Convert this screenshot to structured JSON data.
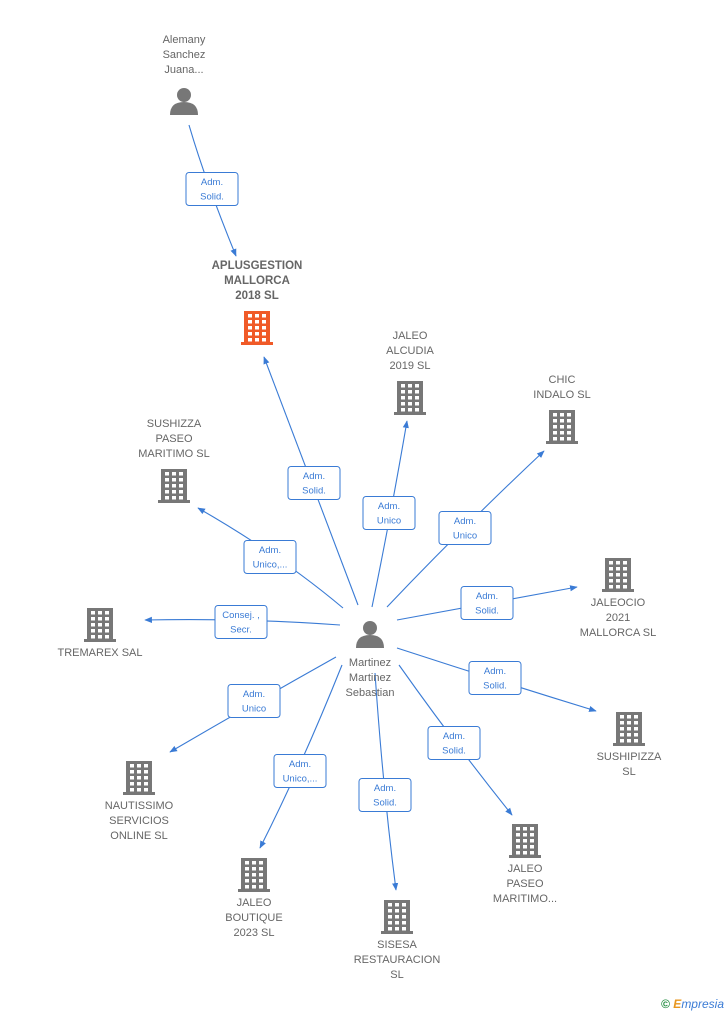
{
  "colors": {
    "edge": "#3a7bd5",
    "company": "#777777",
    "focus_company": "#f05a28",
    "person": "#777777",
    "label": "#666666"
  },
  "footer": {
    "copyright_symbol": "©",
    "brand_e": "E",
    "brand_rest": "mpresia"
  },
  "nodes": [
    {
      "id": "alemany",
      "type": "person",
      "lines": [
        "Alemany",
        "Sanchez",
        "Juana..."
      ]
    },
    {
      "id": "aplus",
      "type": "company",
      "focus": true,
      "lines": [
        "APLUSGESTION",
        "MALLORCA",
        "2018  SL"
      ]
    },
    {
      "id": "jaleo_alcudia",
      "type": "company",
      "lines": [
        "JALEO",
        "ALCUDIA",
        "2019  SL"
      ]
    },
    {
      "id": "chic",
      "type": "company",
      "lines": [
        "CHIC",
        "INDALO  SL"
      ]
    },
    {
      "id": "sushizza",
      "type": "company",
      "lines": [
        "SUSHIZZA",
        "PASEO",
        "MARITIMO  SL"
      ]
    },
    {
      "id": "tremarex",
      "type": "company",
      "lines": [
        "TREMAREX SAL"
      ]
    },
    {
      "id": "jaleocio",
      "type": "company",
      "lines": [
        "JALEOCIO",
        "2021",
        "MALLORCA  SL"
      ]
    },
    {
      "id": "martinez",
      "type": "person",
      "lines": [
        "Martinez",
        "Martinez",
        "Sebastian"
      ]
    },
    {
      "id": "sushipizza",
      "type": "company",
      "lines": [
        "SUSHIPIZZA",
        "SL"
      ]
    },
    {
      "id": "nautissimo",
      "type": "company",
      "lines": [
        "NAUTISSIMO",
        "SERVICIOS",
        "ONLINE  SL"
      ]
    },
    {
      "id": "jaleo_boutique",
      "type": "company",
      "lines": [
        "JALEO",
        "BOUTIQUE",
        "2023  SL"
      ]
    },
    {
      "id": "sisesa",
      "type": "company",
      "lines": [
        "SISESA",
        "RESTAURACION",
        "SL"
      ]
    },
    {
      "id": "jaleo_paseo",
      "type": "company",
      "lines": [
        "JALEO",
        "PASEO",
        "MARITIMO..."
      ]
    }
  ],
  "edges": [
    {
      "from": "alemany",
      "to": "aplus",
      "label": [
        "Adm.",
        "Solid."
      ]
    },
    {
      "from": "martinez",
      "to": "aplus",
      "label": [
        "Adm.",
        "Solid."
      ]
    },
    {
      "from": "martinez",
      "to": "jaleo_alcudia",
      "label": [
        "Adm.",
        "Unico"
      ]
    },
    {
      "from": "martinez",
      "to": "chic",
      "label": [
        "Adm.",
        "Unico"
      ]
    },
    {
      "from": "martinez",
      "to": "sushizza",
      "label": [
        "Adm.",
        "Unico,..."
      ]
    },
    {
      "from": "martinez",
      "to": "tremarex",
      "label": [
        "Consej. ,",
        "Secr."
      ]
    },
    {
      "from": "martinez",
      "to": "jaleocio",
      "label": [
        "Adm.",
        "Solid."
      ]
    },
    {
      "from": "martinez",
      "to": "sushipizza",
      "label": [
        "Adm.",
        "Solid."
      ]
    },
    {
      "from": "martinez",
      "to": "nautissimo",
      "label": [
        "Adm.",
        "Unico"
      ]
    },
    {
      "from": "martinez",
      "to": "jaleo_boutique",
      "label": [
        "Adm.",
        "Unico,..."
      ]
    },
    {
      "from": "martinez",
      "to": "sisesa",
      "label": [
        "Adm.",
        "Solid."
      ]
    },
    {
      "from": "martinez",
      "to": "jaleo_paseo",
      "label": [
        "Adm.",
        "Solid."
      ]
    }
  ]
}
